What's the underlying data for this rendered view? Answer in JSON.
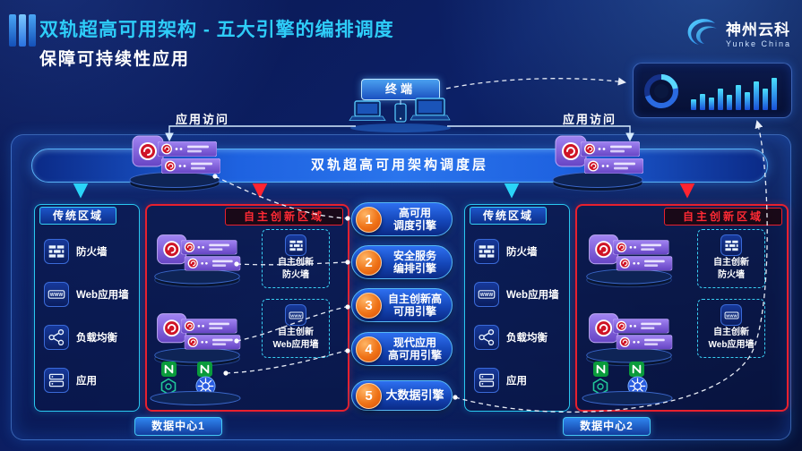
{
  "colors": {
    "title_cyan": "#2ecdf8",
    "accent_cyan": "#2ac8f0",
    "alert_red": "#e8202e",
    "engine_orange": "#ef7318",
    "server_purple": "#7d5ce0",
    "bar_blue": "#1e62e0"
  },
  "header": {
    "title": "双轨超高可用架构 - 五大引擎的编排调度",
    "subtitle": "保障可持续性应用",
    "logo": {
      "name": "神州云科",
      "sub": "Yunke China"
    }
  },
  "terminal": {
    "label": "终端"
  },
  "access": {
    "left": "应用访问",
    "right": "应用访问"
  },
  "scheduler": {
    "label": "双轨超高可用架构调度层"
  },
  "engines": [
    {
      "num": "1",
      "line1": "高可用",
      "line2": "调度引擎"
    },
    {
      "num": "2",
      "line1": "安全服务",
      "line2": "编排引擎"
    },
    {
      "num": "3",
      "line1": "自主创新高",
      "line2": "可用引擎"
    },
    {
      "num": "4",
      "line1": "现代应用",
      "line2": "高可用引擎"
    },
    {
      "num": "5",
      "line1": "大数据引擎",
      "line2": ""
    }
  ],
  "zones": {
    "traditional": {
      "title": "传统区域",
      "items": [
        {
          "icon": "firewall-brick-icon",
          "label": "防火墙"
        },
        {
          "icon": "web-app-wall-icon",
          "label": "Web应用墙"
        },
        {
          "icon": "load-balancer-icon",
          "label": "负载均衡"
        },
        {
          "icon": "application-icon",
          "label": "应用"
        }
      ]
    },
    "innovation": {
      "title": "自主创新区域",
      "boxes": [
        {
          "icon": "firewall-brick-icon",
          "line1": "自主创新",
          "line2": "防火墙"
        },
        {
          "icon": "web-app-wall-icon",
          "line1": "自主创新",
          "line2": "Web应用墙"
        }
      ]
    }
  },
  "datacenters": [
    {
      "label": "数据中心1"
    },
    {
      "label": "数据中心2"
    }
  ]
}
